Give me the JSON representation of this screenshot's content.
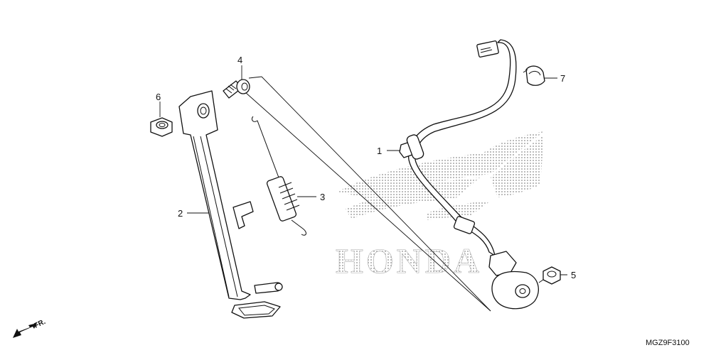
{
  "diagram": {
    "callouts": [
      {
        "id": "1",
        "label": "1"
      },
      {
        "id": "2",
        "label": "2"
      },
      {
        "id": "3",
        "label": "3"
      },
      {
        "id": "4",
        "label": "4"
      },
      {
        "id": "5",
        "label": "5"
      },
      {
        "id": "6",
        "label": "6"
      },
      {
        "id": "7",
        "label": "7"
      }
    ],
    "direction_arrow": {
      "label": "FR."
    },
    "diagram_code": "MGZ9F3100",
    "watermark": {
      "text": "HONDA"
    }
  }
}
